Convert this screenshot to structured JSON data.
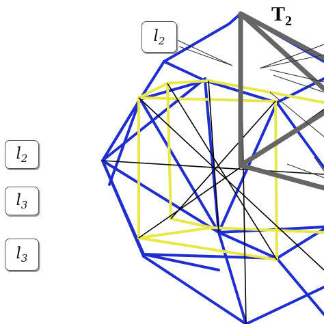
{
  "title": {
    "main": "T",
    "sub": "2"
  },
  "labels": [
    {
      "main": "l",
      "sub": "2"
    },
    {
      "main": "l",
      "sub": "2"
    },
    {
      "main": "l",
      "sub": "3"
    },
    {
      "main": "l",
      "sub": "3"
    }
  ],
  "colors": {
    "outer_edges": "#1f2ecf",
    "inner_cube": "#e8e84a",
    "diagonals": "#000000",
    "tetrahedron": "#666666",
    "callout_border": "#555555"
  }
}
